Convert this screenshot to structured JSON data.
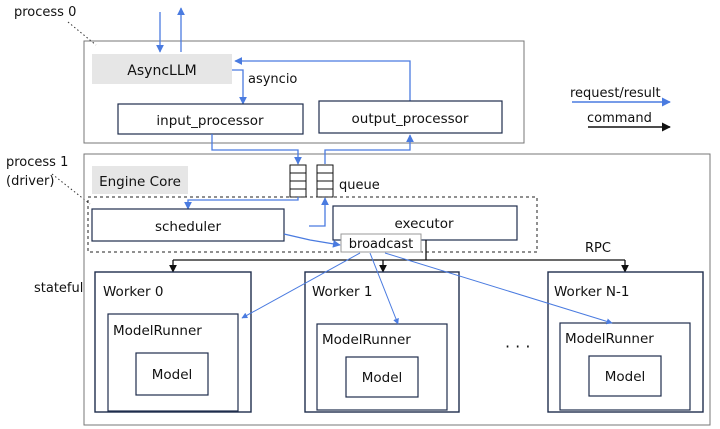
{
  "labels": {
    "process0": "process 0",
    "process1": "process 1",
    "driver": "(driver)",
    "stateful": "stateful",
    "asyncllm": "AsyncLLM",
    "asyncio": "asyncio",
    "input_processor": "input_processor",
    "output_processor": "output_processor",
    "engine_core": "Engine Core",
    "queue": "queue",
    "scheduler": "scheduler",
    "executor": "executor",
    "broadcast": "broadcast",
    "rpc": "RPC",
    "ellipsis": "· · ·"
  },
  "legend": {
    "request_result": "request/result",
    "command": "command"
  },
  "workers": [
    {
      "title": "Worker 0",
      "model_runner": "ModelRunner",
      "model": "Model"
    },
    {
      "title": "Worker 1",
      "model_runner": "ModelRunner",
      "model": "Model"
    },
    {
      "title": "Worker N-1",
      "model_runner": "ModelRunner",
      "model": "Model"
    }
  ],
  "colors": {
    "request_result": "#4a7be0",
    "command": "#111111",
    "box_border": "#1f2d4d",
    "header_fill": "#e6e6e6",
    "frame_border": "#777777"
  }
}
